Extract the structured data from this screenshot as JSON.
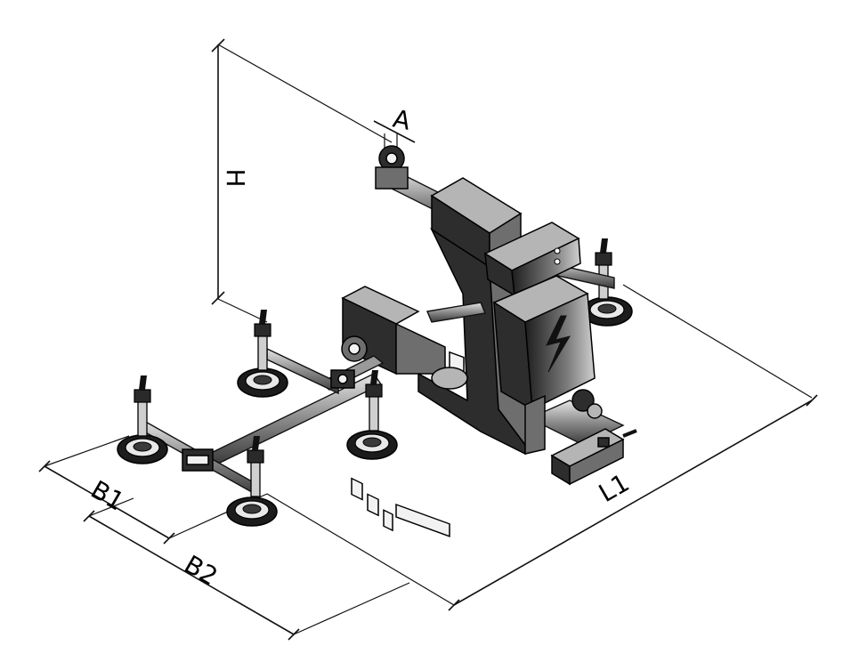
{
  "dimensions": {
    "height_label": "H",
    "a_label": "A",
    "b1_label": "B1",
    "b2_label": "B2",
    "l1_label": "L1"
  },
  "icons": {
    "control_box_symbol": "lightning-bolt-icon"
  }
}
